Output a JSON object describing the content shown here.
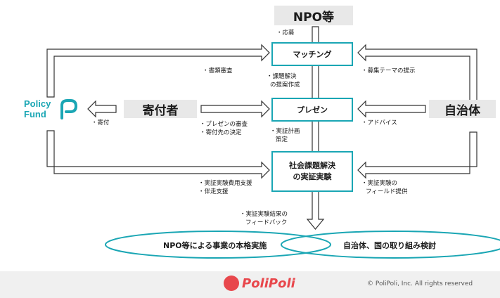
{
  "title": "NPO等",
  "boxes": {
    "matching": "マッチング",
    "presen": "プレゼン",
    "social_line1": "社会課題解決",
    "social_line2": "の実証実験",
    "donor": "寄付者",
    "municipality": "自治体"
  },
  "logo_policy_fund": [
    "Policy",
    "Fund"
  ],
  "labels": {
    "apply": "・応募",
    "doc_review": "・書類審査",
    "proposal_1": "・課題解決",
    "proposal_2": "の提案作成",
    "theme": "・募集テーマの提示",
    "donate": "・寄付",
    "presen_review": "・プレゼンの審査",
    "donation_target": "・寄付先の決定",
    "plan_1": "・実証計画",
    "plan_2": "策定",
    "advice": "・アドバイス",
    "cost_support": "・実証実験費用支援",
    "accompany": "・伴走支援",
    "field_1": "・実証実験の",
    "field_2": "フィールド提供",
    "feedback_1": "・実証実験結果の",
    "feedback_2": "フィードバック"
  },
  "ovals": {
    "left": "NPO等による事業の本格実施",
    "right": "自治体、国の取り組み検討"
  },
  "footer": {
    "brand": "PoliPoli",
    "copyright": "© PoliPoli, Inc. All rights reserved"
  },
  "colors": {
    "teal": "#1aa6b4",
    "brand": "#e8474c",
    "grey_box": "#e8e8e8"
  }
}
